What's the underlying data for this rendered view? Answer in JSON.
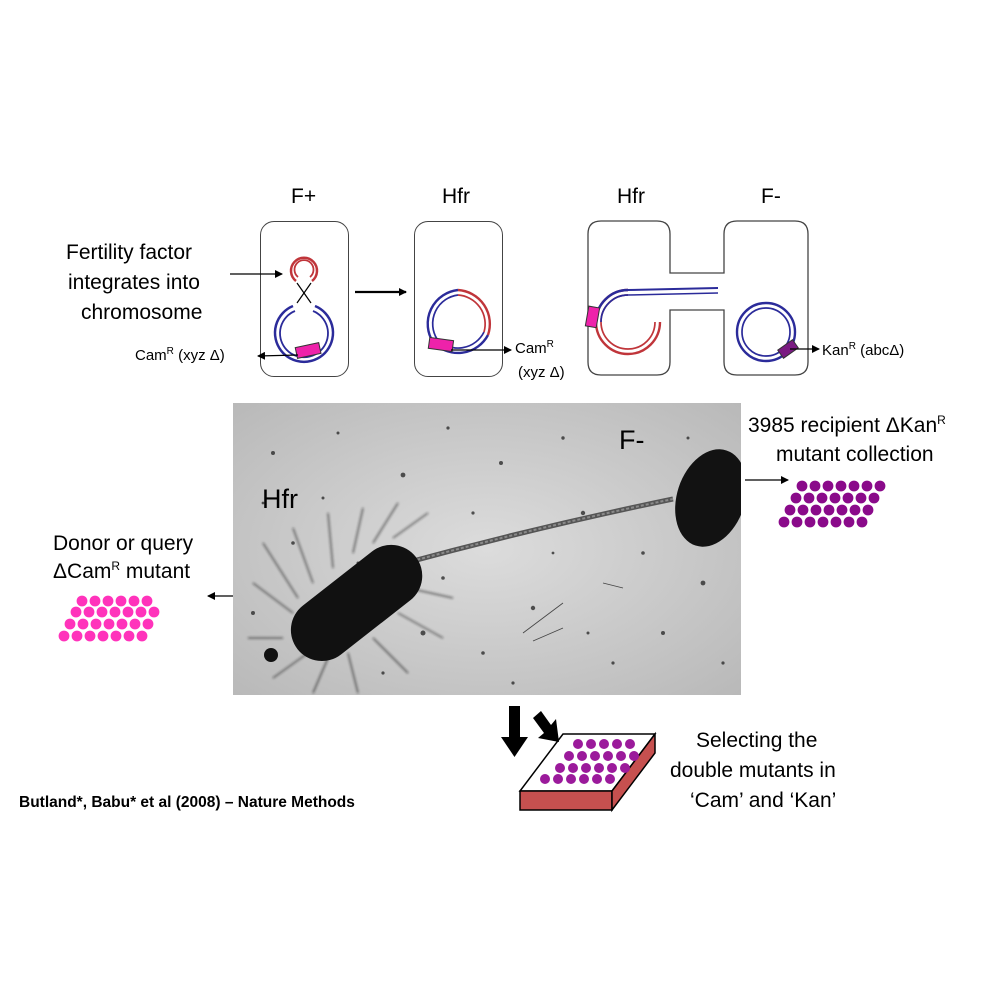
{
  "top_row": {
    "stage_fplus": "F+",
    "stage_hfr": "Hfr",
    "stage_mating_hfr": "Hfr",
    "stage_mating_fminus": "F-",
    "fertility_line1": "Fertility factor",
    "fertility_line2": "integrates into",
    "fertility_line3": "chromosome",
    "cam_fplus": "Cam",
    "cam_fplus_sup": "R",
    "cam_fplus_tail": " (xyz Δ)",
    "cam_hfr": "Cam",
    "cam_hfr_sup": "R",
    "cam_hfr_line2": "(xyz Δ)",
    "kan": "Kan",
    "kan_sup": "R",
    "kan_tail": " (abcΔ)"
  },
  "photo": {
    "hfr_label": "Hfr",
    "fminus_label": "F-"
  },
  "recipient": {
    "line1_a": "3985 recipient ΔKan",
    "line1_sup": "R",
    "line2": "mutant collection"
  },
  "donor": {
    "line1": "Donor or query",
    "line2_a": "ΔCam",
    "line2_sup": "R",
    "line2_b": " mutant"
  },
  "selection": {
    "line1": "Selecting the",
    "line2": "double mutants in",
    "line3": "‘Cam’ and ‘Kan’"
  },
  "citation": "Butland*, Babu* et al  (2008) – Nature Methods",
  "colors": {
    "chromosome": "#2b2b9a",
    "fertility_factor": "#c0353a",
    "cam_marker": "#ee22aa",
    "kan_marker": "#7a1a82",
    "donor_colonies": "#ff33bb",
    "recipient_colonies": "#8a0a8a",
    "plate_colonies": "#9b1a9b",
    "plate_side": "#c6504f"
  }
}
